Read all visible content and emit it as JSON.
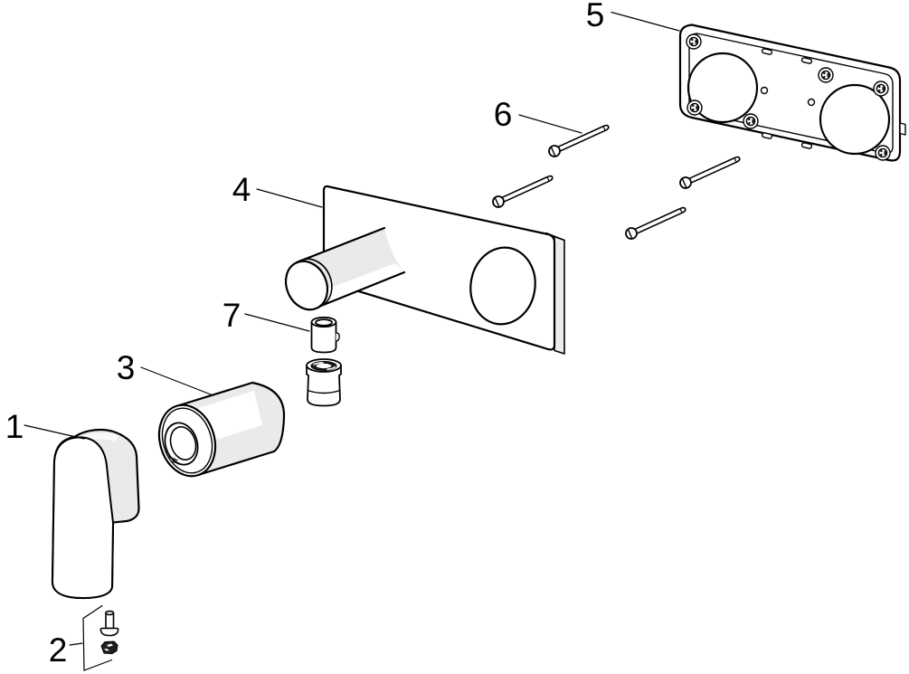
{
  "diagram": {
    "background_color": "#ffffff",
    "line_color": "#000000",
    "shade_color": "#e9eaea",
    "callouts": [
      {
        "number": "1"
      },
      {
        "number": "2"
      },
      {
        "number": "3"
      },
      {
        "number": "4"
      },
      {
        "number": "5"
      },
      {
        "number": "6"
      },
      {
        "number": "7"
      }
    ]
  }
}
